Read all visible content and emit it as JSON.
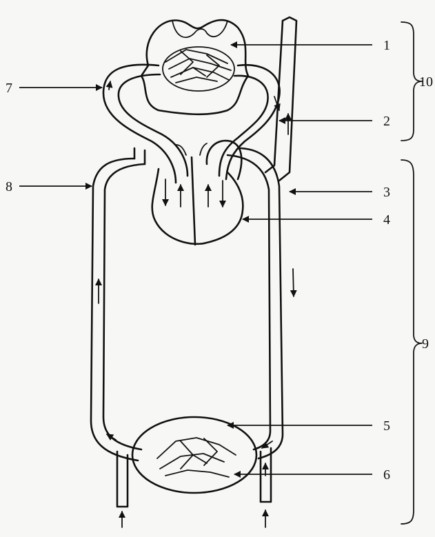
{
  "labels": {
    "l1": "1",
    "l2": "2",
    "l3": "3",
    "l4": "4",
    "l5": "5",
    "l6": "6",
    "l7": "7",
    "l8": "8",
    "l9": "9",
    "l10": "10"
  },
  "colors": {
    "ink": "#111111",
    "paper": "#f7f7f5"
  }
}
